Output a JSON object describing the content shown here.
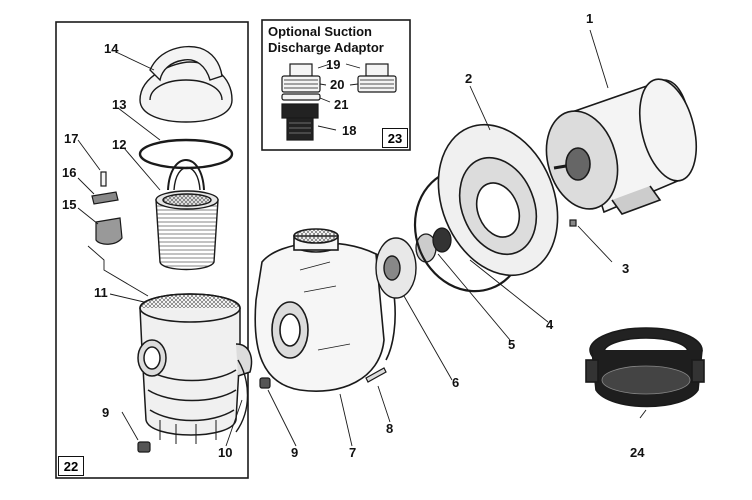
{
  "callout": {
    "title_line1": "Optional Suction",
    "title_line2": "Discharge Adaptor",
    "box_number": "23"
  },
  "kit_box_number": "22",
  "labels": {
    "p1": "1",
    "p2": "2",
    "p3": "3",
    "p4": "4",
    "p5": "5",
    "p6": "6",
    "p7": "7",
    "p8": "8",
    "p9a": "9",
    "p9b": "9",
    "p10": "10",
    "p11": "11",
    "p12": "12",
    "p13": "13",
    "p14": "14",
    "p15": "15",
    "p16": "16",
    "p17": "17",
    "p18": "18",
    "p19": "19",
    "p20": "20",
    "p21": "21",
    "p24": "24"
  },
  "colors": {
    "line": "#1a1a1a",
    "fill_light": "#f4f4f4",
    "fill_mid": "#c8c8c8",
    "fill_dark": "#222222"
  }
}
